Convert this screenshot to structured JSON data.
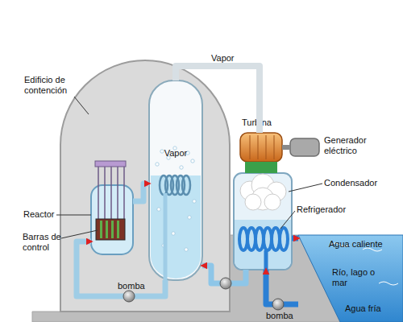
{
  "diagram": {
    "nodes": [
      {
        "text": [
          "Edificio de contención"
        ]
      },
      {
        "text": [
          "Reactor"
        ],
        "in": 0
      },
      {
        "text": [
          "Vapor"
        ],
        "in": 0
      },
      {
        "text": [
          "Turbina"
        ]
      },
      {
        "text": [
          "Generador eléctrico"
        ]
      },
      {
        "text": [
          "Condensador"
        ]
      },
      {
        "text": [
          "Río, lago o mar"
        ]
      }
    ],
    "edges": [
      {
        "from": 1,
        "to": 2,
        "arrow": "to"
      },
      {
        "from": 2,
        "to": 1,
        "arrow": "to"
      },
      {
        "from": 2,
        "to": 3,
        "label": "Vapor",
        "arrow": "none"
      },
      {
        "from": 3,
        "to": 4,
        "arrow": "none"
      },
      {
        "from": 3,
        "to": 5,
        "arrow": "none"
      },
      {
        "from": 5,
        "to": 2,
        "arrow": "to"
      },
      {
        "from": 5,
        "to": 6,
        "label": "Agua caliente",
        "arrow": "to"
      },
      {
        "from": 6,
        "to": 5,
        "label": "Agua fría",
        "arrow": "to"
      }
    ],
    "labels": [
      "Barras de control",
      "Refrigerador",
      "bomba",
      "bomba"
    ]
  }
}
